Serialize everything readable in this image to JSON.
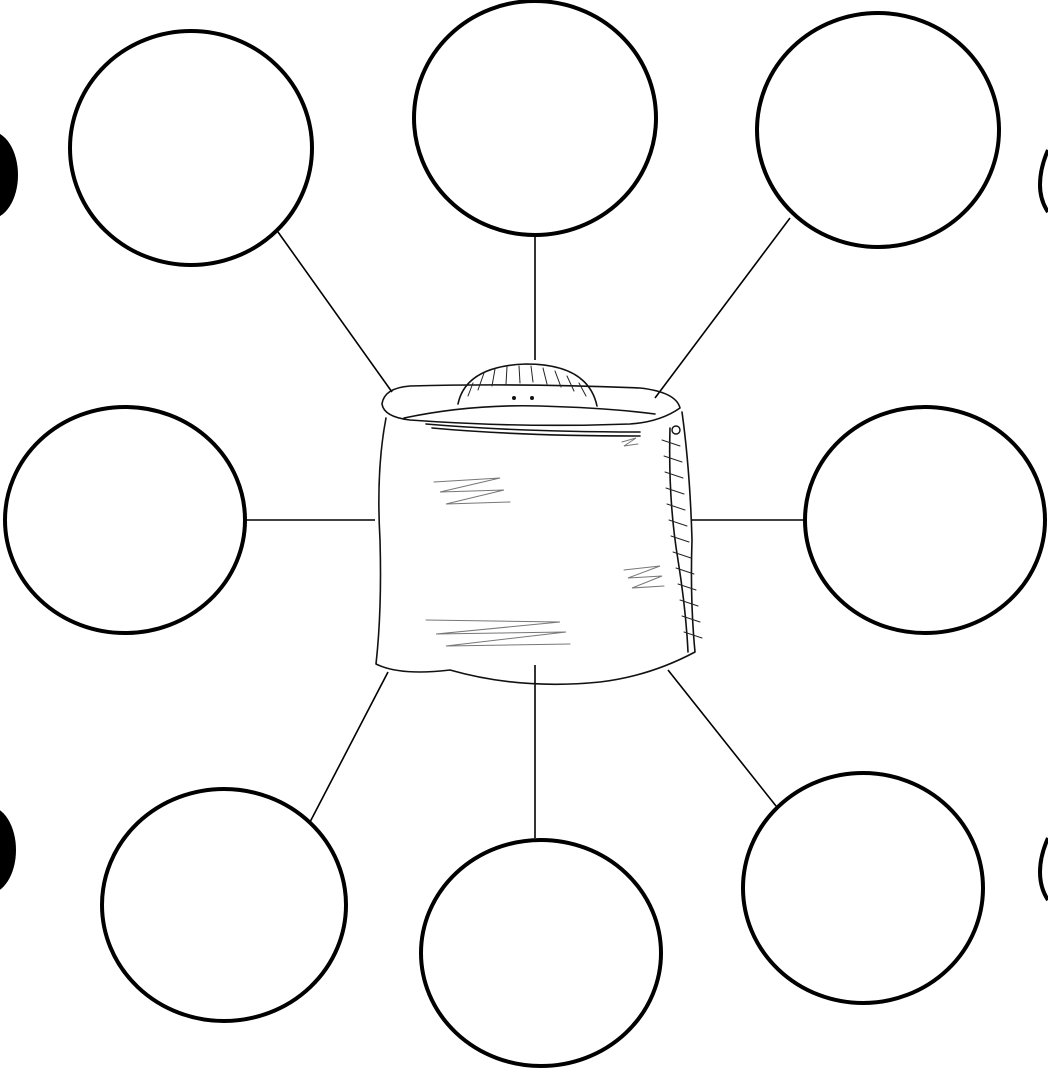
{
  "diagram": {
    "type": "bubble-map",
    "center": {
      "icon": "child-in-sack-icon"
    },
    "outer_bubble_count": 8,
    "outer_bubbles": [
      {
        "id": "top-left",
        "text": ""
      },
      {
        "id": "top-center",
        "text": ""
      },
      {
        "id": "top-right",
        "text": ""
      },
      {
        "id": "middle-left",
        "text": ""
      },
      {
        "id": "middle-right",
        "text": ""
      },
      {
        "id": "bottom-left",
        "text": ""
      },
      {
        "id": "bottom-center",
        "text": ""
      },
      {
        "id": "bottom-right",
        "text": ""
      }
    ],
    "colors": {
      "stroke": "#000000",
      "background": "#ffffff"
    }
  }
}
